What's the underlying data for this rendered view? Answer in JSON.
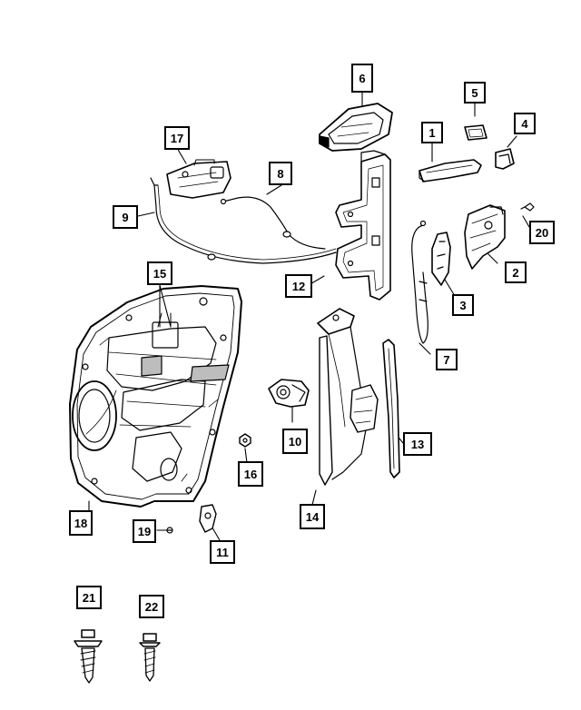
{
  "callouts": [
    {
      "id": "1"
    },
    {
      "id": "2"
    },
    {
      "id": "3"
    },
    {
      "id": "4"
    },
    {
      "id": "5"
    },
    {
      "id": "6"
    },
    {
      "id": "7"
    },
    {
      "id": "8"
    },
    {
      "id": "9"
    },
    {
      "id": "10"
    },
    {
      "id": "11"
    },
    {
      "id": "12"
    },
    {
      "id": "13"
    },
    {
      "id": "14"
    },
    {
      "id": "15"
    },
    {
      "id": "16"
    },
    {
      "id": "17"
    },
    {
      "id": "18"
    },
    {
      "id": "19"
    },
    {
      "id": "20"
    },
    {
      "id": "21"
    },
    {
      "id": "22"
    }
  ],
  "colors": {
    "ink": "#000000",
    "fill": "#ffffff",
    "shade": "#9a9a9a"
  }
}
